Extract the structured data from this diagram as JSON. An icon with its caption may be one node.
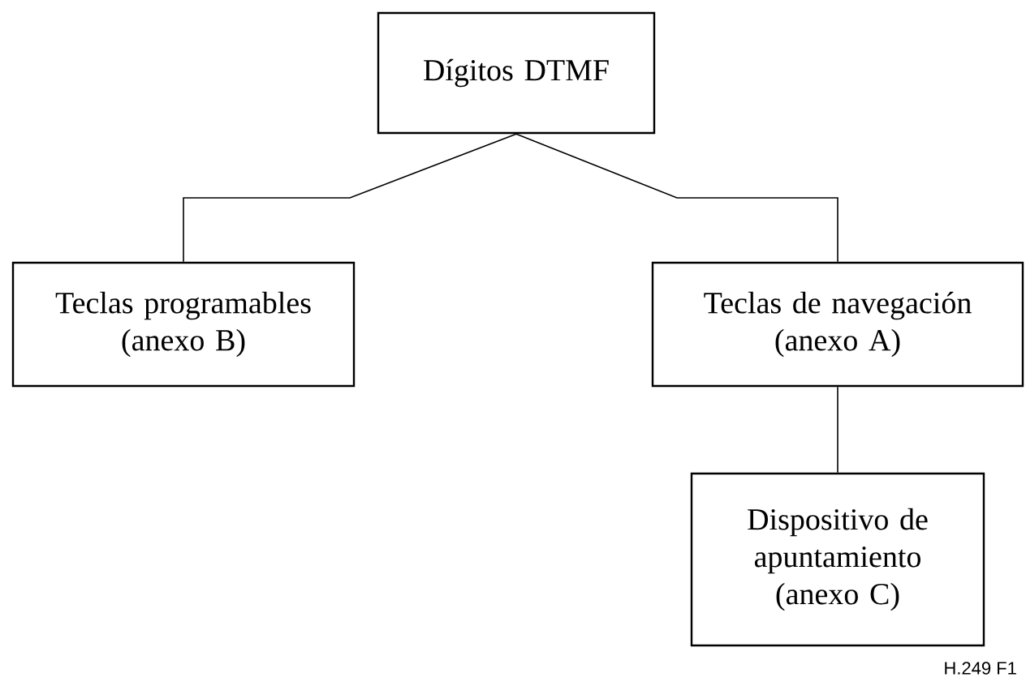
{
  "diagram": {
    "nodes": [
      {
        "text": [
          "Dígitos DTMF"
        ]
      },
      {
        "text": [
          "Teclas programables (anexo B)"
        ]
      },
      {
        "text": [
          "Teclas de navegación (anexo A)"
        ]
      },
      {
        "text": [
          "Dispositivo de apuntamiento (anexo C)"
        ]
      }
    ],
    "edges": [
      {
        "from": 0,
        "to": 1,
        "arrow": "none"
      },
      {
        "from": 0,
        "to": 2,
        "arrow": "none"
      },
      {
        "from": 2,
        "to": 3,
        "arrow": "none"
      }
    ],
    "labels": [
      "H.249 F1"
    ]
  }
}
